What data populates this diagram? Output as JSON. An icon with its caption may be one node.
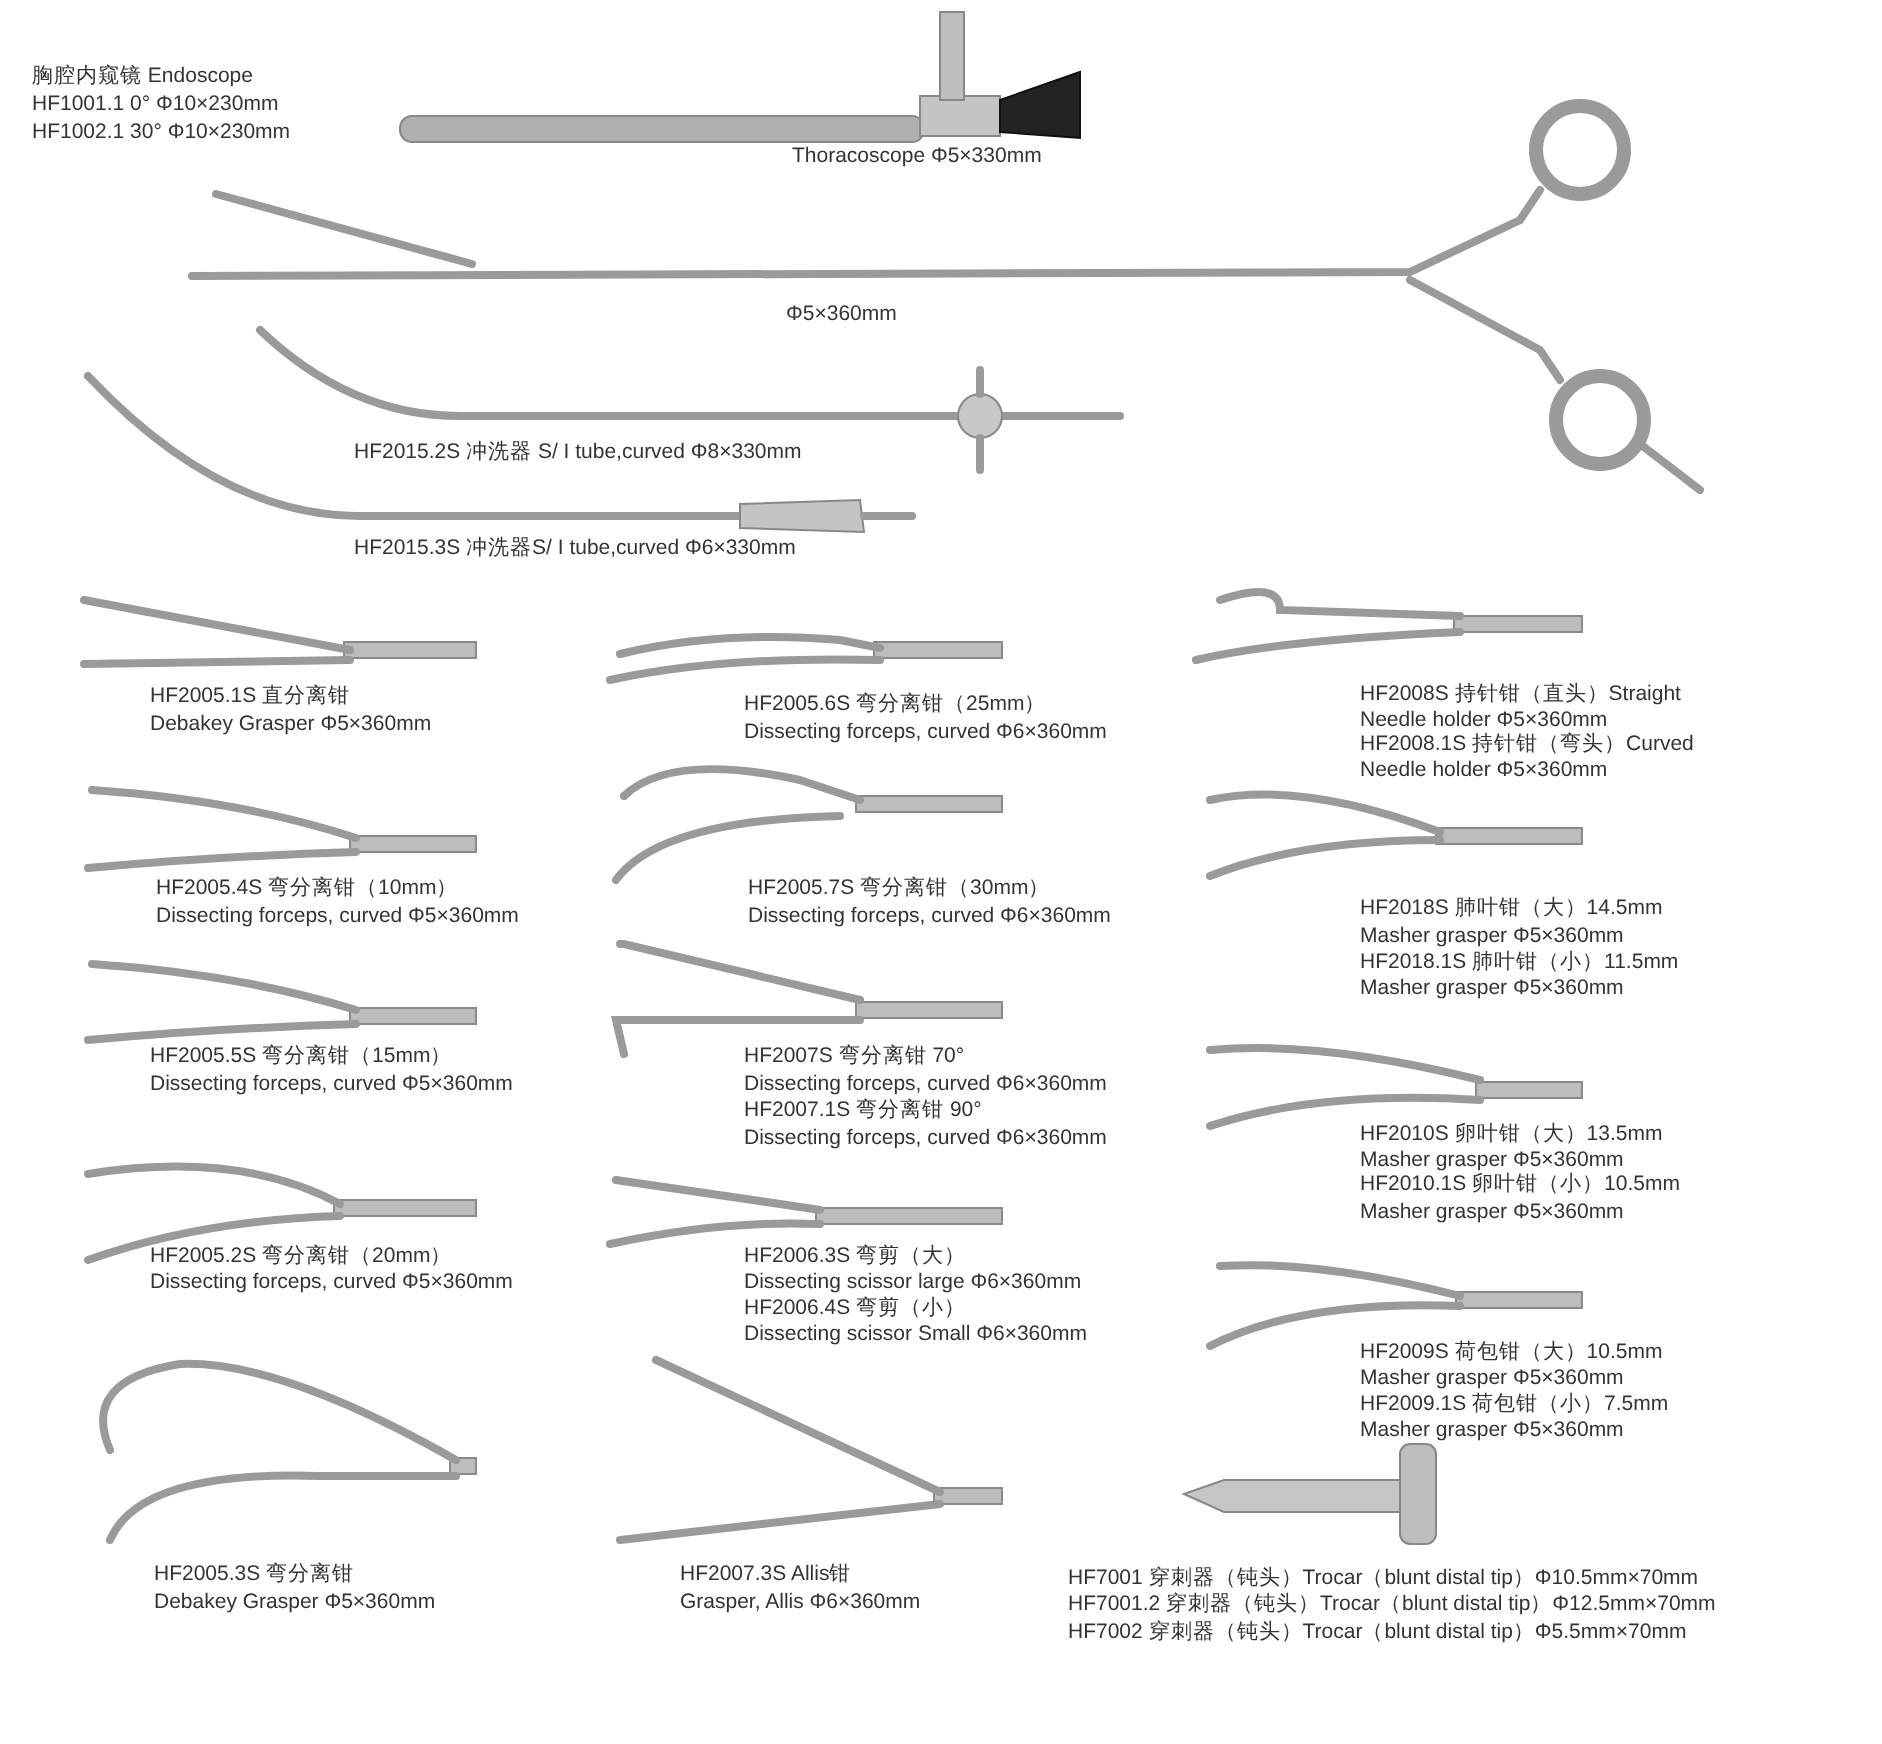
{
  "diagram": {
    "labels": [
      "胸腔内窥镜 Endoscope",
      "HF1001.1 0° Φ10×230mm",
      "HF1002.1 30° Φ10×230mm",
      "Thoracoscope Φ5×330mm",
      "Φ5×360mm",
      "HF2015.2S 冲洗器 S/ I tube,curved Φ8×330mm",
      "HF2015.3S 冲洗器S/ I tube,curved Φ6×330mm",
      "HF2005.1S 直分离钳",
      "Debakey Grasper Φ5×360mm",
      "HF2005.6S 弯分离钳（25mm）",
      "Dissecting forceps, curved Φ6×360mm",
      "HF2008S 持针钳（直头）Straight",
      "Needle holder Φ5×360mm",
      "HF2008.1S 持针钳（弯头）Curved",
      "Needle holder Φ5×360mm",
      "HF2005.4S 弯分离钳（10mm）",
      "Dissecting forceps, curved Φ5×360mm",
      "HF2005.7S 弯分离钳（30mm）",
      "Dissecting forceps, curved Φ6×360mm",
      "HF2018S 肺叶钳（大）14.5mm",
      "Masher grasper Φ5×360mm",
      "HF2018.1S 肺叶钳（小）11.5mm",
      "Masher grasper Φ5×360mm",
      "HF2005.5S 弯分离钳（15mm）",
      "Dissecting forceps, curved Φ5×360mm",
      "HF2007S 弯分离钳 70°",
      "Dissecting forceps, curved Φ6×360mm",
      "HF2007.1S 弯分离钳 90°",
      "Dissecting forceps, curved Φ6×360mm",
      "HF2010S 卵叶钳（大）13.5mm",
      "Masher grasper Φ5×360mm",
      "HF2010.1S 卵叶钳（小）10.5mm",
      "Masher grasper Φ5×360mm",
      "HF2005.2S 弯分离钳（20mm）",
      "Dissecting forceps, curved Φ5×360mm",
      "HF2006.3S 弯剪（大）",
      "Dissecting scissor large Φ6×360mm",
      "HF2006.4S 弯剪（小）",
      "Dissecting scissor Small Φ6×360mm",
      "HF2009S 荷包钳（大）10.5mm",
      "Masher grasper Φ5×360mm",
      "HF2009.1S 荷包钳（小）7.5mm",
      "Masher grasper Φ5×360mm",
      "HF2005.3S 弯分离钳",
      "Debakey Grasper Φ5×360mm",
      "HF2007.3S Allis钳",
      "Grasper, Allis Φ6×360mm",
      "HF7001 穿刺器（钝头）Trocar（blunt distal tip）Φ10.5mm×70mm",
      "HF7001.2 穿刺器（钝头）Trocar（blunt distal tip）Φ12.5mm×70mm",
      "HF7002 穿刺器（钝头）Trocar（blunt distal tip）Φ5.5mm×70mm"
    ]
  }
}
